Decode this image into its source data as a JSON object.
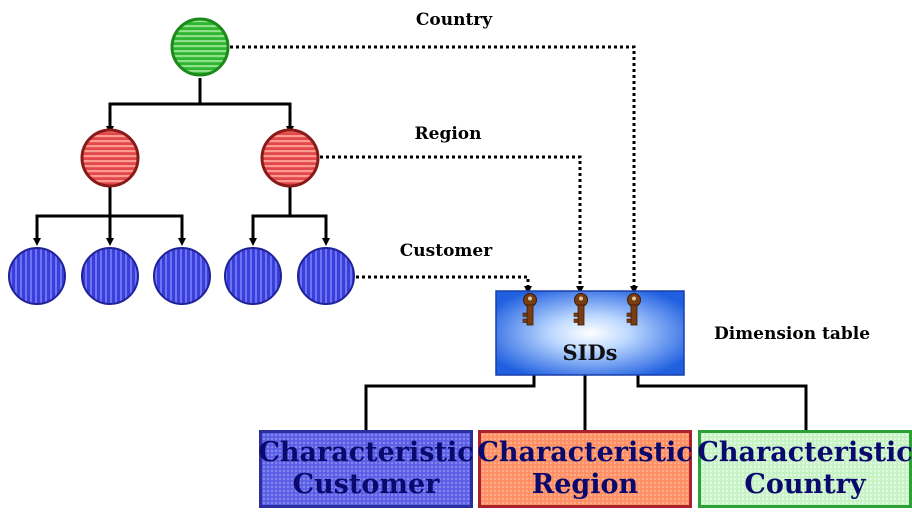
{
  "labels": {
    "country": "Country",
    "region": "Region",
    "customer": "Customer",
    "dimension_table": "Dimension table",
    "sids": "SIDs"
  },
  "characteristics": [
    {
      "line1": "Characteristic",
      "line2": "Customer",
      "color": "#5a5ee6",
      "border": "#2b2f9e"
    },
    {
      "line1": "Characteristic",
      "line2": "Region",
      "color": "#ff8f63",
      "border": "#a8232b"
    },
    {
      "line1": "Characteristic",
      "line2": "Country",
      "color": "#c4f2c2",
      "border": "#2da036"
    }
  ],
  "colors": {
    "country_node": "#2fb52f",
    "region_node": "#e0484e",
    "customer_node": "#3a3fdb",
    "dimension_table": "#2a6ae0",
    "key": "#7a3d10"
  },
  "icons": {
    "key": "key-icon"
  }
}
